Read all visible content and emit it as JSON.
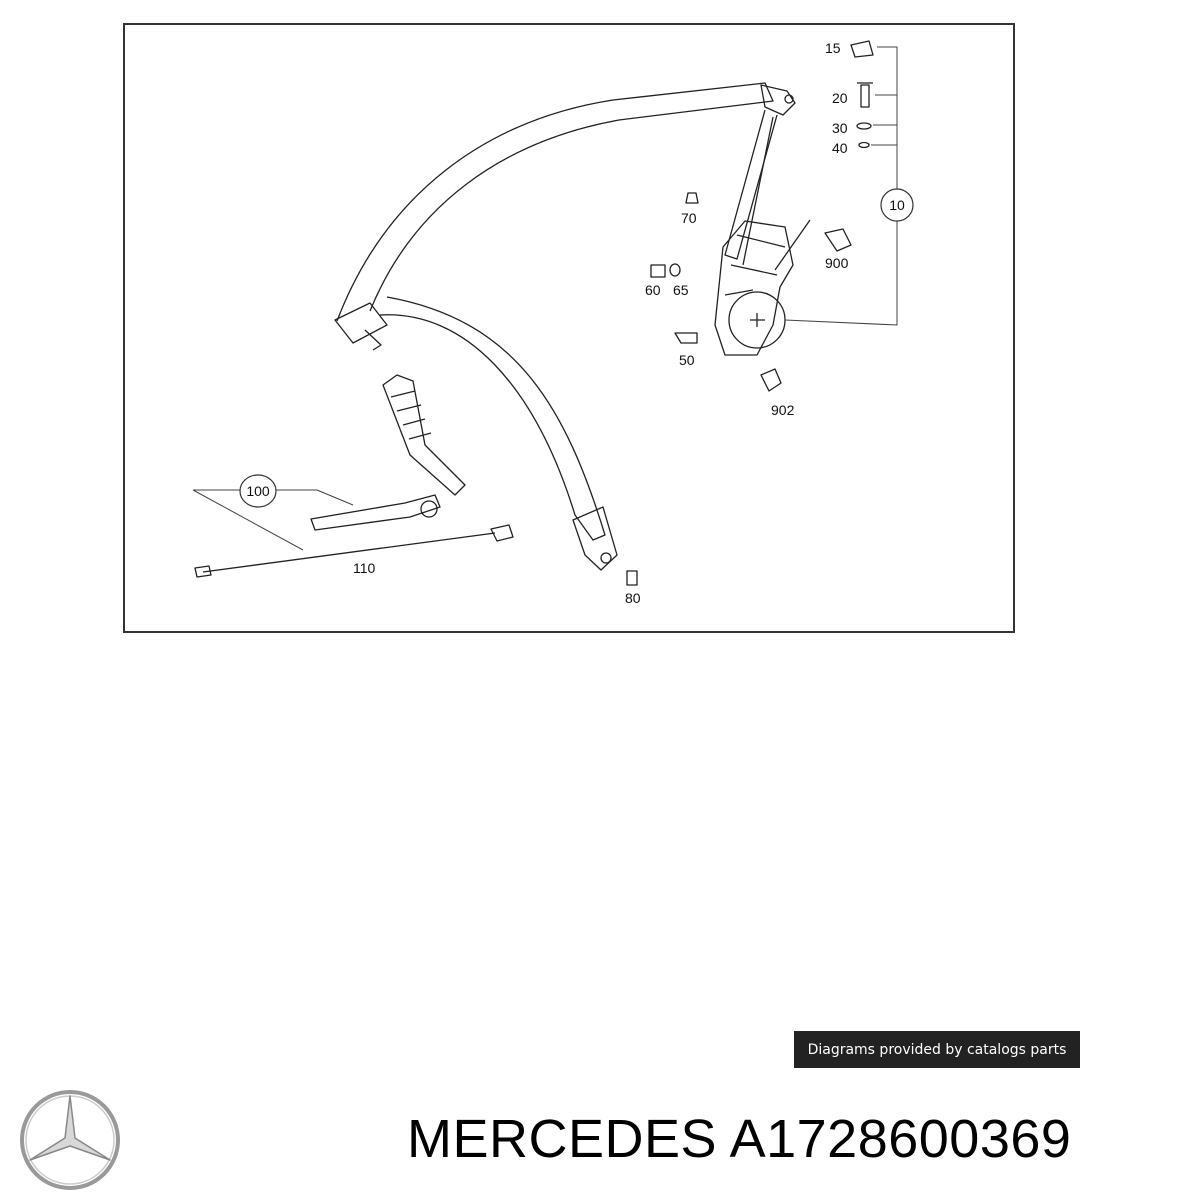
{
  "callouts": {
    "c15": "15",
    "c20": "20",
    "c30": "30",
    "c40": "40",
    "c10": "10",
    "c70": "70",
    "c900": "900",
    "c60": "60",
    "c65": "65",
    "c50": "50",
    "c902": "902",
    "c100": "100",
    "c110": "110",
    "c80": "80"
  },
  "credit": "Diagrams provided by catalogs parts",
  "title": {
    "brand": "MERCEDES",
    "part_number": "A1728600369"
  },
  "logo_icon": "mercedes-star-logo",
  "colors": {
    "badge_bg": "#222222",
    "line": "#333333"
  }
}
